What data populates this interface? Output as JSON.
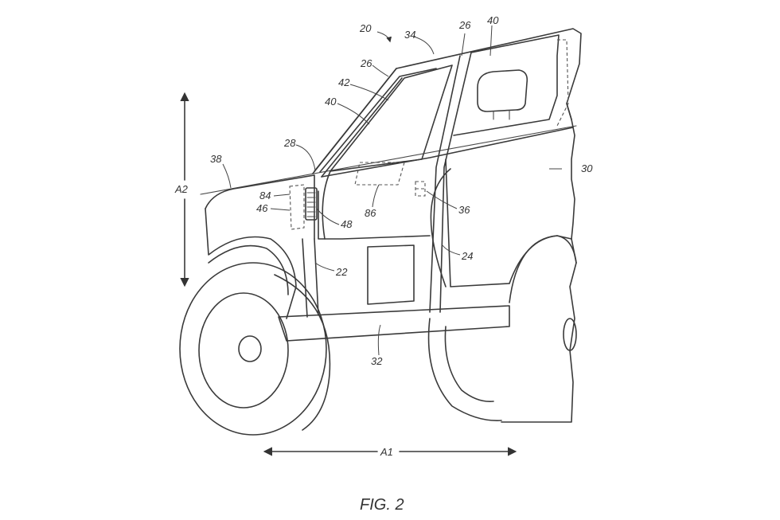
{
  "figure": {
    "caption": "FIG. 2",
    "ref_numerals": {
      "n20": "20",
      "n34": "34",
      "n26a": "26",
      "n40a": "40",
      "n26b": "26",
      "n42": "42",
      "n40b": "40",
      "n28": "28",
      "n38": "38",
      "n30": "30",
      "n84": "84",
      "n46": "46",
      "n48": "48",
      "n86": "86",
      "n36": "36",
      "n24": "24",
      "n22": "22",
      "n32": "32"
    },
    "axes": {
      "a1": "A1",
      "a2": "A2"
    }
  }
}
